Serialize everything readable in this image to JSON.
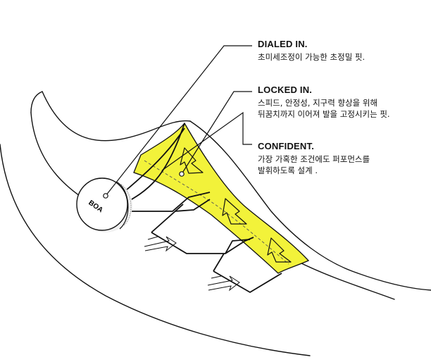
{
  "callouts": [
    {
      "title": "DIALED IN.",
      "lines": [
        "초미세조정이 가능한 초정밀 핏."
      ]
    },
    {
      "title": "LOCKED IN.",
      "lines": [
        "스피드, 안정성, 지구력 향상을 위해",
        "뒤꿈치까지 이어져 발을 고정시키는 핏."
      ]
    },
    {
      "title": "CONFIDENT.",
      "lines": [
        "가장 가혹한 조건에도 퍼포먼스를",
        "발휘하도록 설계 ."
      ]
    }
  ],
  "dial": {
    "label": "BOA"
  },
  "colors": {
    "panel": "#f2f23a",
    "stroke": "#111111",
    "shadow": "#e6e6e6"
  }
}
